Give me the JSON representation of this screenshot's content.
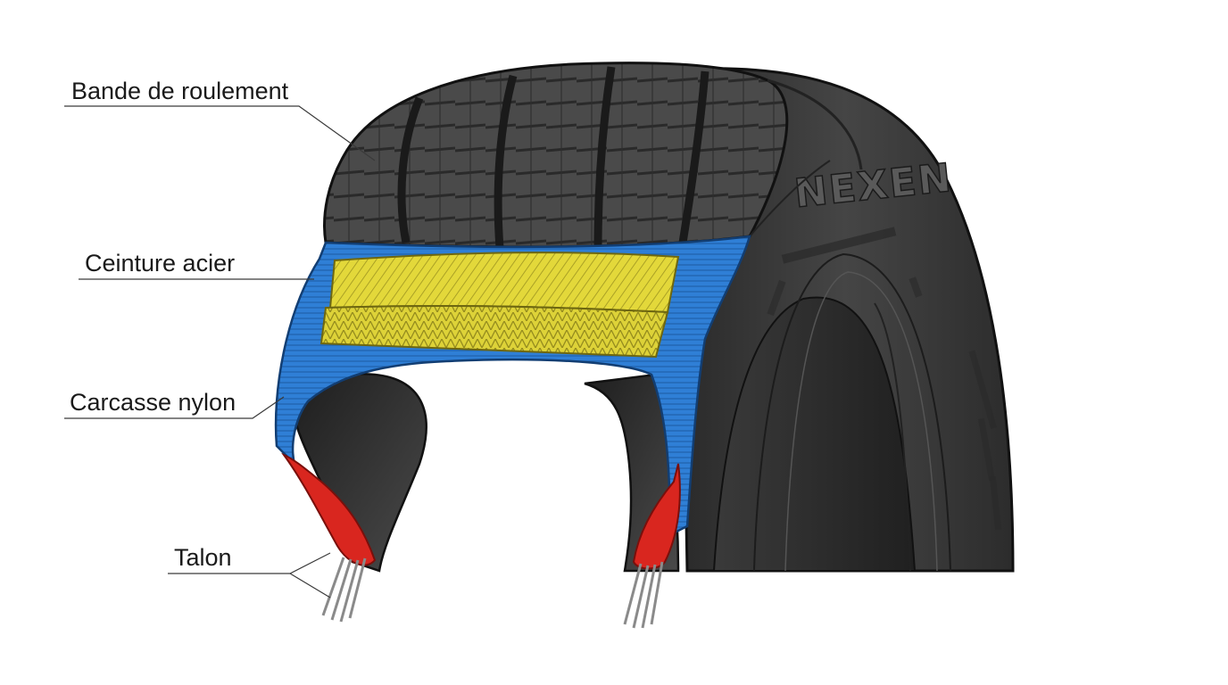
{
  "labels": {
    "tread": "Bande de roulement",
    "belt": "Ceinture acier",
    "carcass": "Carcasse nylon",
    "bead": "Talon"
  },
  "sidewall": {
    "brand": "NEXEN"
  },
  "colors": {
    "rubber": "#3b3b3b",
    "rubber_dark": "#232323",
    "belt": "#e3d83a",
    "carcass": "#2f7fd6",
    "bead": "#d9261f",
    "label_text": "#1a1a1a"
  }
}
